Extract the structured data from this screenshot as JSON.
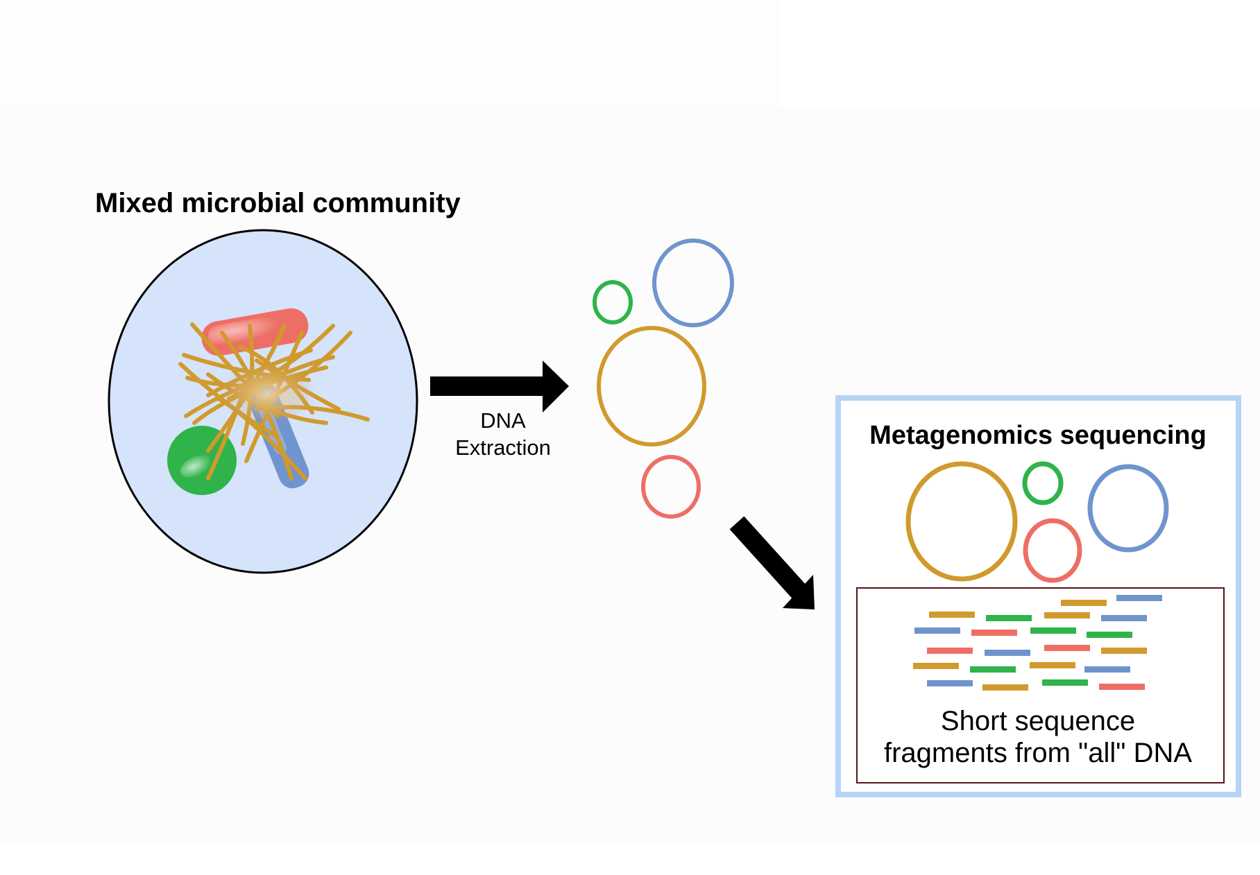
{
  "community": {
    "title": "Mixed microbial community"
  },
  "extraction": {
    "line1": "DNA",
    "line2": "Extraction"
  },
  "sequencing": {
    "title": "Metagenomics sequencing",
    "caption_line1": "Short sequence",
    "caption_line2": "fragments from \"all\" DNA"
  },
  "colors": {
    "gold": "#d09a2c",
    "blue": "#6f94cd",
    "green": "#2fb34a",
    "red": "#ee6e66",
    "cell_fill": "#d5e3fb",
    "panel_border": "#b7d4f5",
    "fragment_box_border": "#5a1414"
  },
  "fragments": [
    "gold",
    "blue",
    "gold",
    "green",
    "gold",
    "blue",
    "blue",
    "red",
    "green",
    "green",
    "red",
    "blue",
    "red",
    "gold",
    "gold",
    "green",
    "gold",
    "blue",
    "blue",
    "gold",
    "green",
    "red"
  ]
}
